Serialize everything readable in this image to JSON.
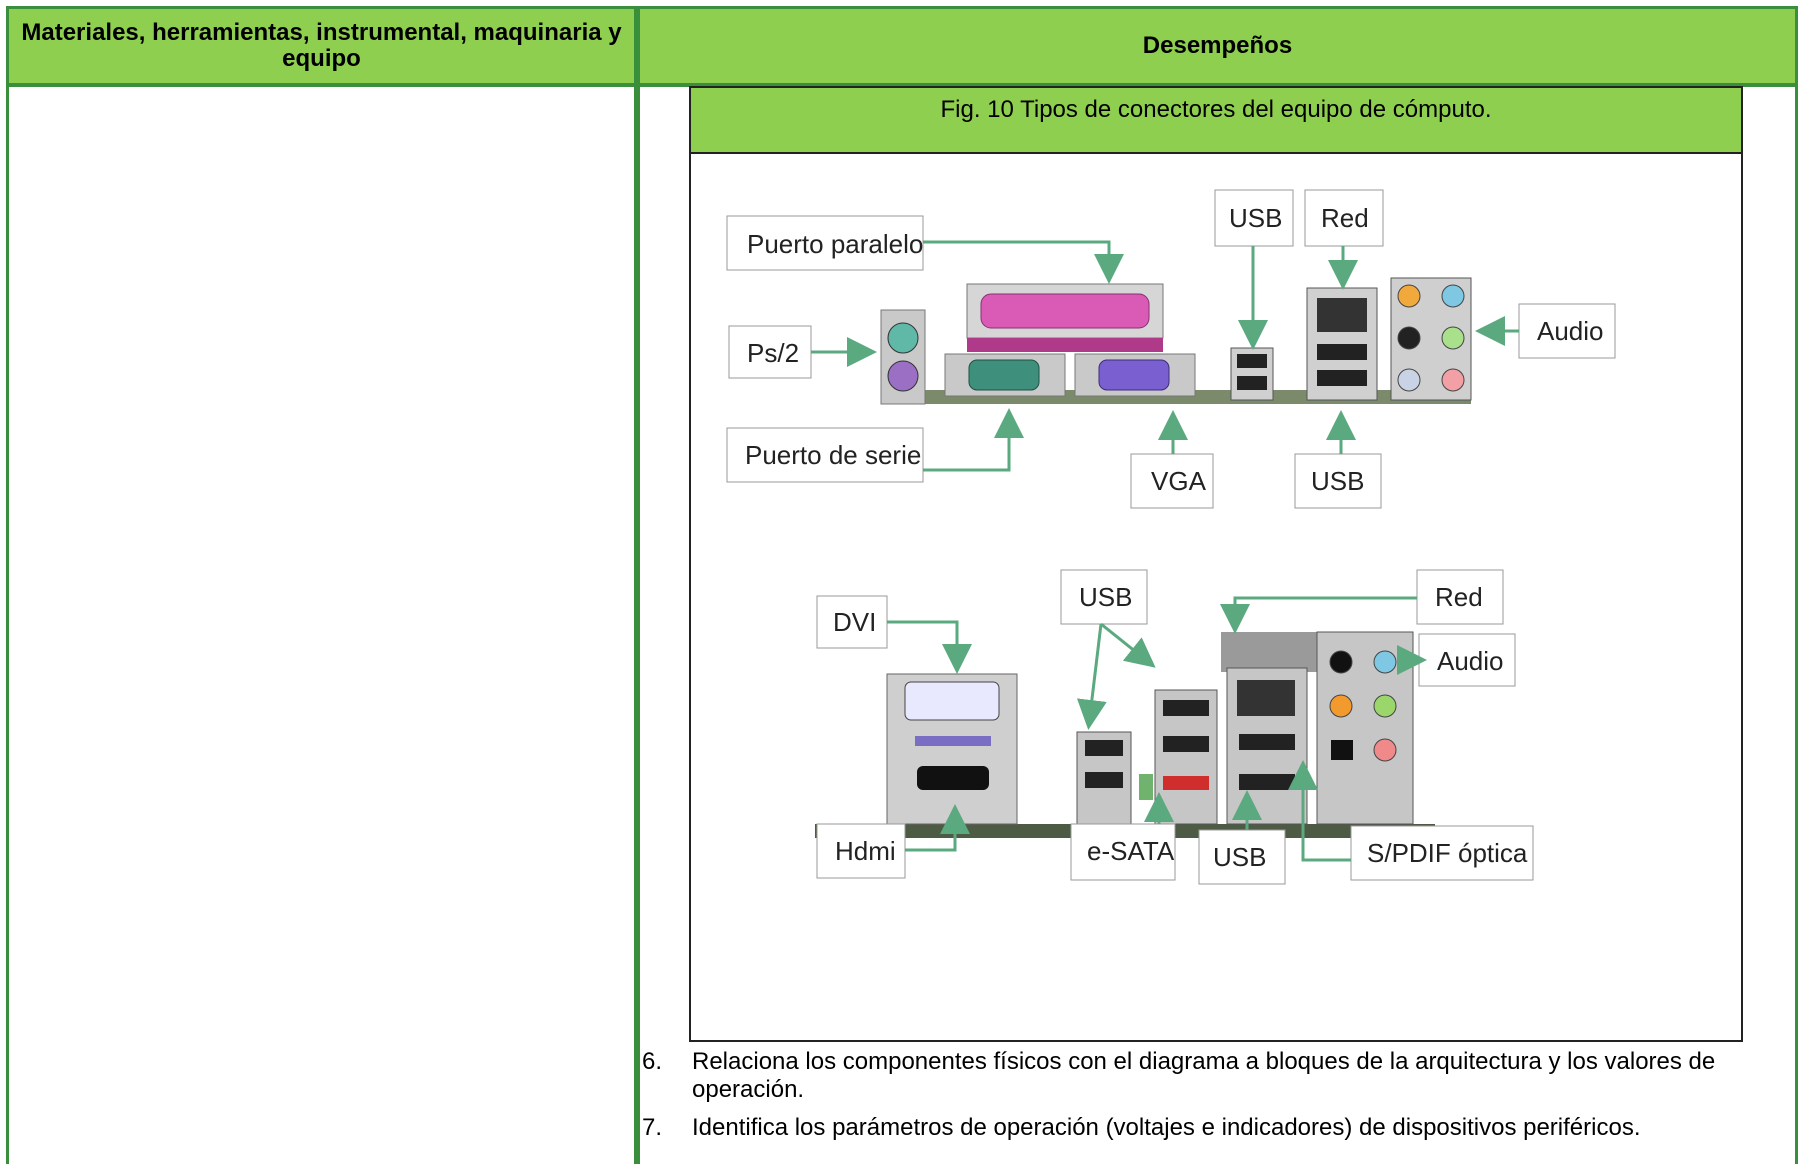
{
  "table": {
    "col1_header": "Materiales, herramientas, instrumental, maquinaria y equipo",
    "col2_header": "Desempeños"
  },
  "figure": {
    "caption": "Fig. 10 Tipos de conectores del equipo de cómputo.",
    "labels": {
      "puerto_paralelo": "Puerto paralelo",
      "ps2": "Ps/2",
      "puerto_serie": "Puerto de serie",
      "vga": "VGA",
      "usb_top": "USB",
      "red_top": "Red",
      "usb_bottom1": "USB",
      "audio_top": "Audio",
      "dvi": "DVI",
      "usb_mid": "USB",
      "red_bottom": "Red",
      "audio_bottom": "Audio",
      "hdmi": "Hdmi",
      "esata": "e-SATA",
      "usb_bottom2": "USB",
      "spdif": "S/PDIF óptica"
    }
  },
  "steps": [
    {
      "num": "6.",
      "text": "Relaciona los componentes físicos con el diagrama a bloques de la arquitectura y los valores de operación."
    },
    {
      "num": "7.",
      "text": "Identifica los parámetros de operación (voltajes e indicadores) de dispositivos periféricos."
    }
  ],
  "colors": {
    "header_green": "#8fcf4f",
    "border_green": "#3a8f3c",
    "arrow_green": "#5aa97f"
  }
}
